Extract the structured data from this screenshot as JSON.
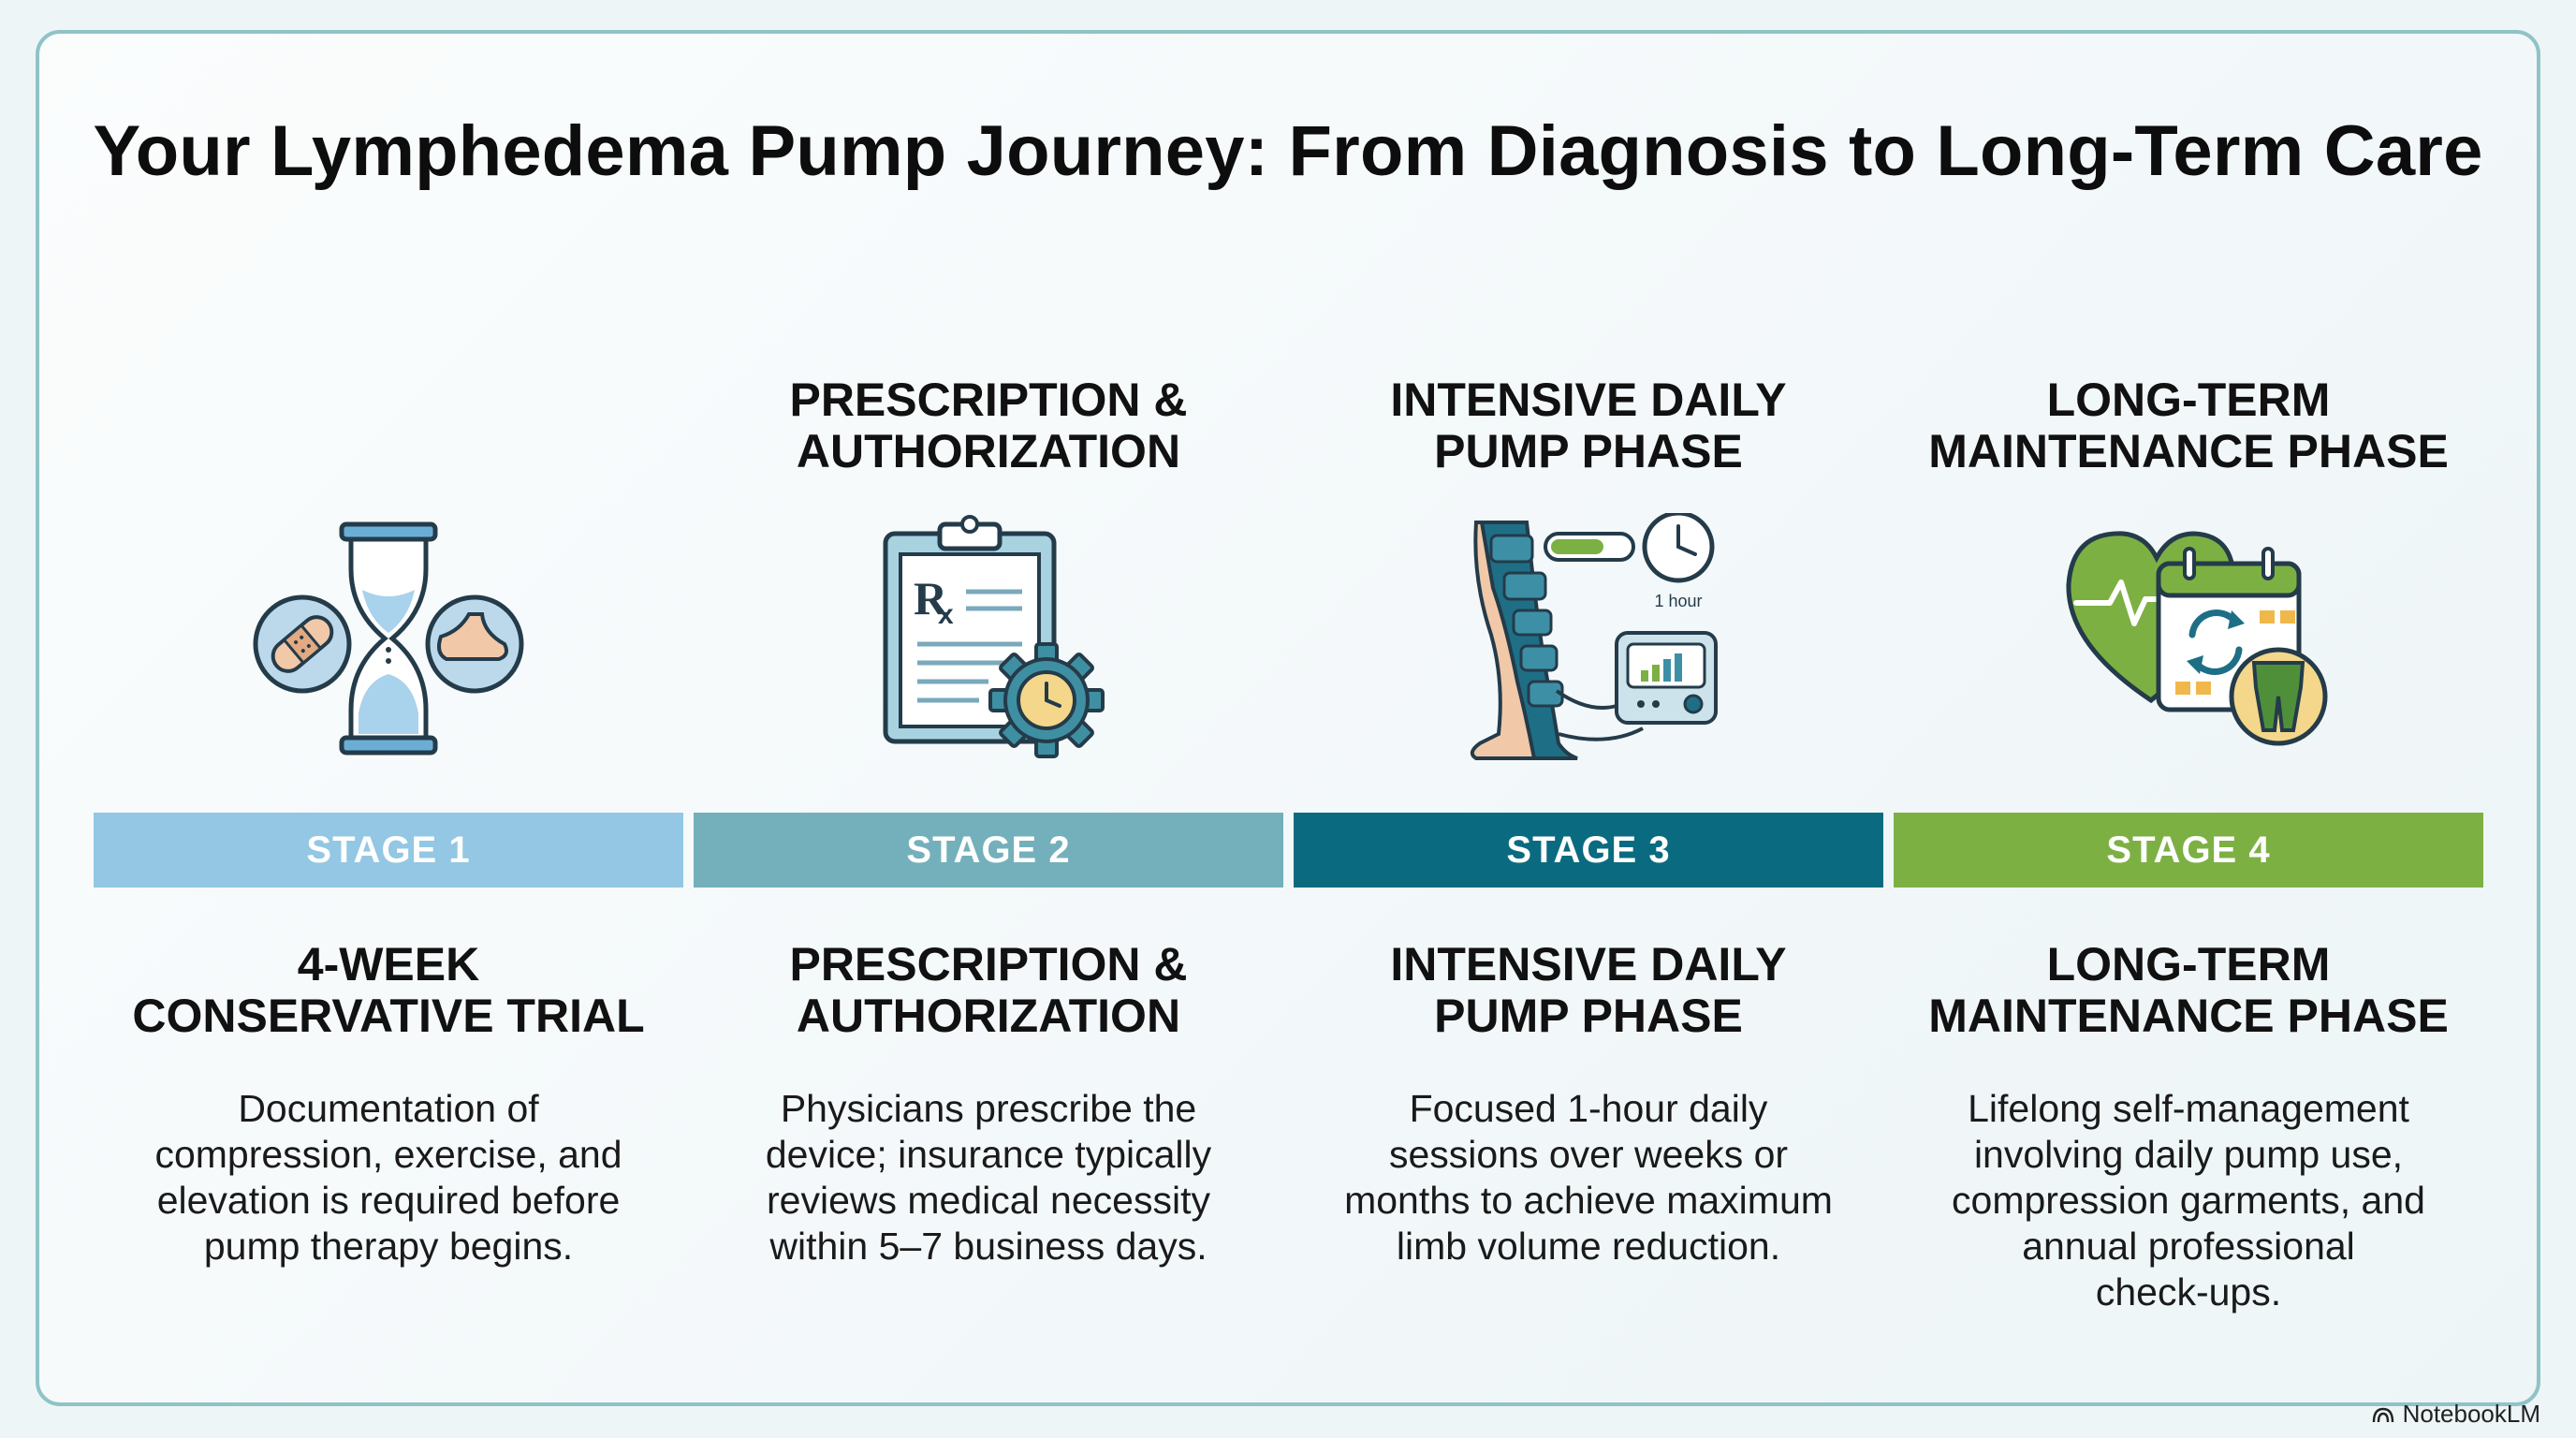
{
  "title": "Your Lymphedema Pump Journey: From Diagnosis to Long-Term Care",
  "colors": {
    "stage1": "#93c7e3",
    "stage2": "#74b0bb",
    "stage3": "#0a6b80",
    "stage4": "#7db043",
    "frame_border": "#8fc3c6"
  },
  "stages": [
    {
      "top_heading": "",
      "icon": "hourglass-bandage-foot-icon",
      "label": "STAGE 1",
      "heading": "4-WEEK\nCONSERVATIVE TRIAL",
      "description": "Documentation of\ncompression, exercise, and\nelevation is required before\npump therapy begins."
    },
    {
      "top_heading": "PRESCRIPTION &\nAUTHORIZATION",
      "icon": "prescription-clipboard-gear-icon",
      "label": "STAGE 2",
      "heading": "PRESCRIPTION &\nAUTHORIZATION",
      "description": "Physicians prescribe the\ndevice; insurance typically\nreviews medical necessity\nwithin 5–7 business days."
    },
    {
      "top_heading": "INTENSIVE DAILY\nPUMP PHASE",
      "icon": "leg-pump-clock-icon",
      "icon_text": "1 hour",
      "label": "STAGE 3",
      "heading": "INTENSIVE DAILY\nPUMP PHASE",
      "description": "Focused 1-hour daily\nsessions over weeks or\nmonths to achieve maximum\nlimb volume reduction."
    },
    {
      "top_heading": "LONG-TERM\nMAINTENANCE PHASE",
      "icon": "heart-calendar-garment-icon",
      "label": "STAGE 4",
      "heading": "LONG-TERM\nMAINTENANCE PHASE",
      "description": "Lifelong self-management\ninvolving daily pump use,\ncompression garments, and\nannual professional\ncheck-ups."
    }
  ],
  "watermark": "NotebookLM"
}
